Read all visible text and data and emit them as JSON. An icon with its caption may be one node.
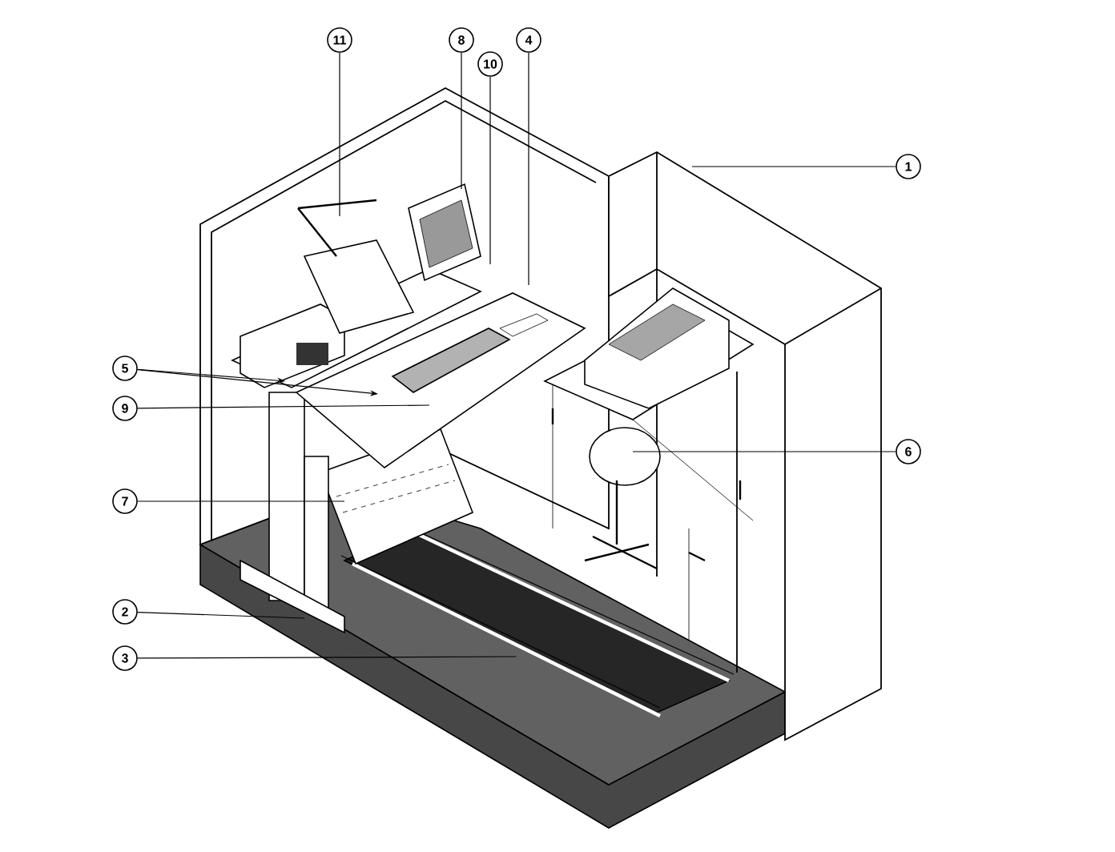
{
  "diagram": {
    "nodes": [
      {
        "text": [
          "11"
        ]
      },
      {
        "text": [
          "8"
        ]
      },
      {
        "text": [
          "4"
        ]
      },
      {
        "text": [
          "10"
        ]
      },
      {
        "text": [
          "1"
        ]
      },
      {
        "text": [
          "5"
        ]
      },
      {
        "text": [
          "9"
        ]
      },
      {
        "text": [
          "6"
        ]
      },
      {
        "text": [
          "7"
        ]
      },
      {
        "text": [
          "2"
        ]
      },
      {
        "text": [
          "3"
        ]
      }
    ],
    "edges": [
      {
        "from": 0,
        "to": null,
        "arrow": "none"
      },
      {
        "from": 1,
        "to": null,
        "arrow": "none"
      },
      {
        "from": 2,
        "to": null,
        "arrow": "none"
      },
      {
        "from": 3,
        "to": null,
        "arrow": "none"
      },
      {
        "from": 4,
        "to": null,
        "arrow": "none"
      },
      {
        "from": 5,
        "to": null,
        "arrow": "to"
      },
      {
        "from": 5,
        "to": null,
        "arrow": "to"
      },
      {
        "from": 6,
        "to": null,
        "arrow": "none"
      },
      {
        "from": 7,
        "to": null,
        "arrow": "none"
      },
      {
        "from": 8,
        "to": null,
        "arrow": "none"
      },
      {
        "from": 9,
        "to": null,
        "arrow": "none"
      },
      {
        "from": 10,
        "to": null,
        "arrow": "none"
      }
    ]
  }
}
